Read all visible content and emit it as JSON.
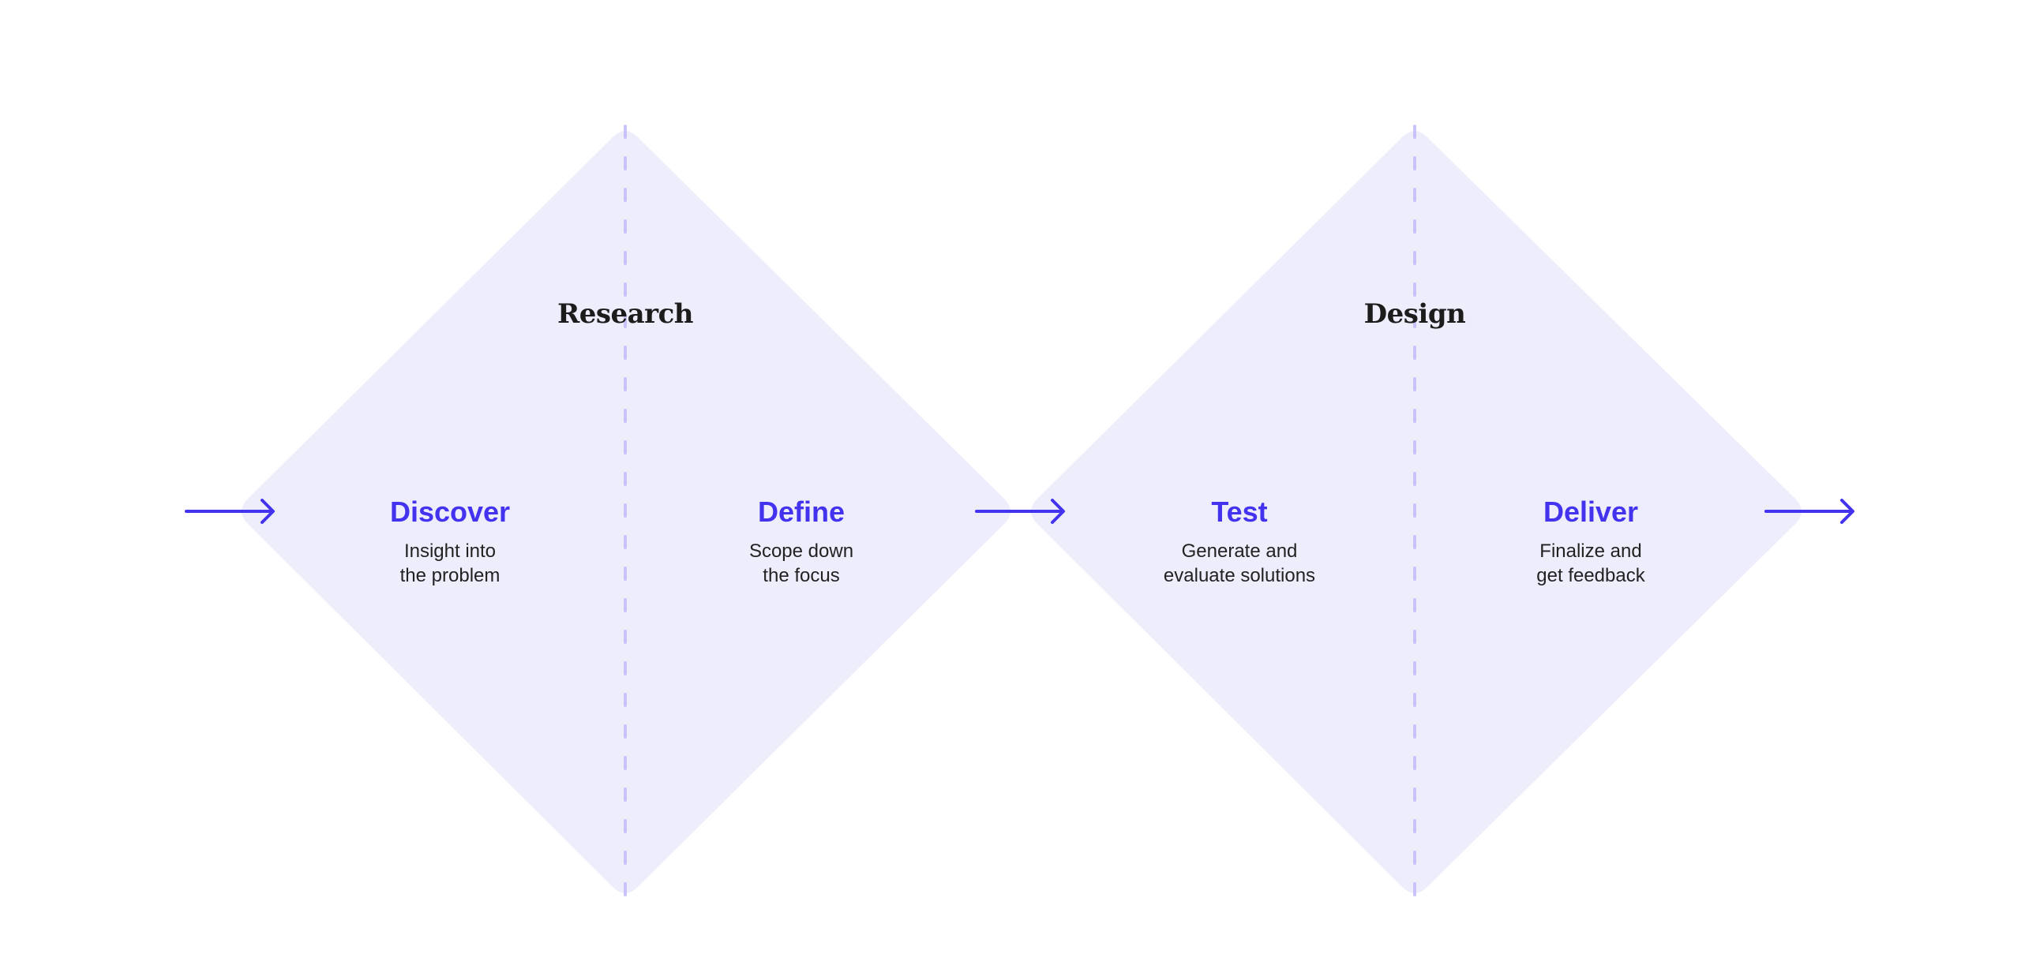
{
  "colors": {
    "diamond_fill": "#eeedfc",
    "divider": "#c9c3fb",
    "accent": "#4433ee",
    "title_text": "#1c1c1c",
    "body_text": "#222222"
  },
  "phases": [
    {
      "title": "Research",
      "stages": [
        {
          "title": "Discover",
          "desc_line1": "Insight into",
          "desc_line2": "the problem"
        },
        {
          "title": "Define",
          "desc_line1": "Scope down",
          "desc_line2": "the focus"
        }
      ]
    },
    {
      "title": "Design",
      "stages": [
        {
          "title": "Test",
          "desc_line1": "Generate and",
          "desc_line2": "evaluate solutions"
        },
        {
          "title": "Deliver",
          "desc_line1": "Finalize and",
          "desc_line2": "get feedback"
        }
      ]
    }
  ],
  "icons": {
    "arrows": [
      "arrow-right-icon",
      "arrow-right-icon",
      "arrow-right-icon"
    ]
  }
}
